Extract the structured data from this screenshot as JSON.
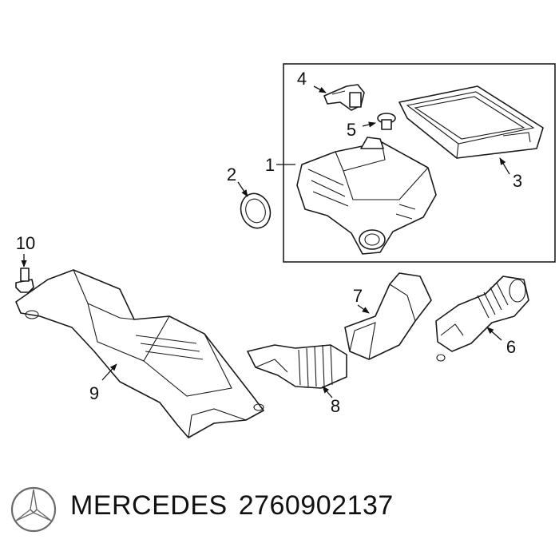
{
  "callouts": {
    "c1": "1",
    "c2": "2",
    "c3": "3",
    "c4": "4",
    "c5": "5",
    "c6": "6",
    "c7": "7",
    "c8": "8",
    "c9": "9",
    "c10": "10"
  },
  "caption": {
    "brand": "MERCEDES",
    "part_number": "2760902137"
  },
  "logo": {
    "name": "mercedes-star-logo",
    "color": "#6b6b6b"
  }
}
